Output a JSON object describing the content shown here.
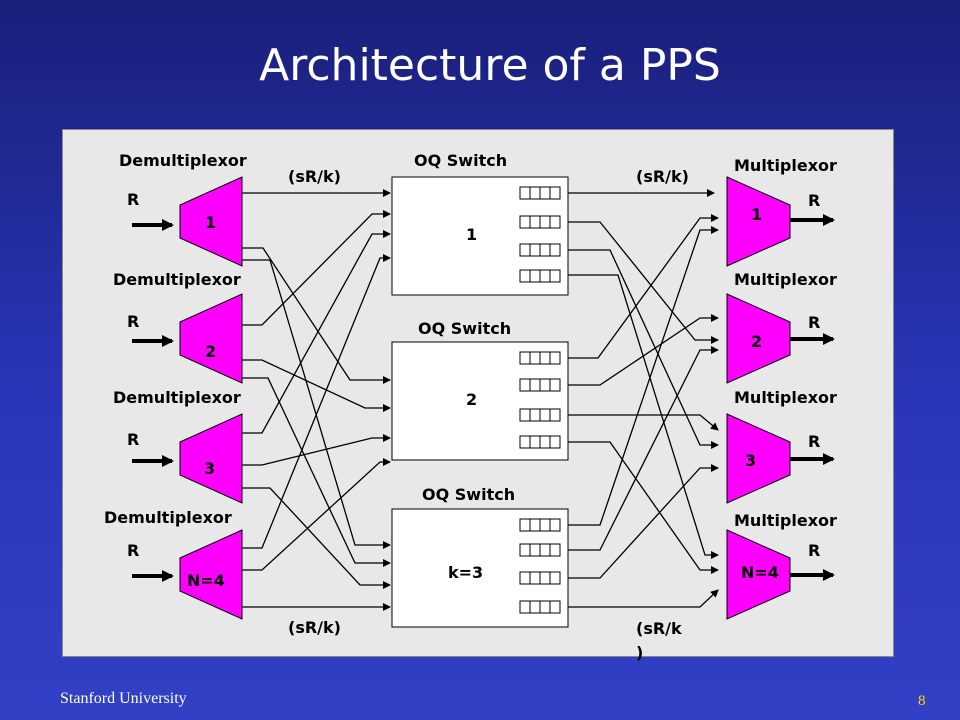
{
  "slide": {
    "title": "Architecture of a PPS",
    "footer": "Stanford University",
    "page_number": "8"
  },
  "diagram": {
    "demux_label": "Demultiplexor",
    "mux_label": "Multiplexor",
    "switch_label": "OQ Switch",
    "line_rate": "R",
    "internal_rate": "(sR/k)",
    "internal_rate_bottom_right_line1": "(sR/k",
    "internal_rate_bottom_right_line2": ")",
    "demuxes": [
      "1",
      "2",
      "3",
      "N=4"
    ],
    "muxes": [
      "1",
      "2",
      "3",
      "N=4"
    ],
    "switches": [
      "1",
      "2",
      "k=3"
    ]
  },
  "colors": {
    "device_fill": "#ff00ff",
    "switch_fill": "#ffffff",
    "panel_fill": "#e8e8e8"
  }
}
